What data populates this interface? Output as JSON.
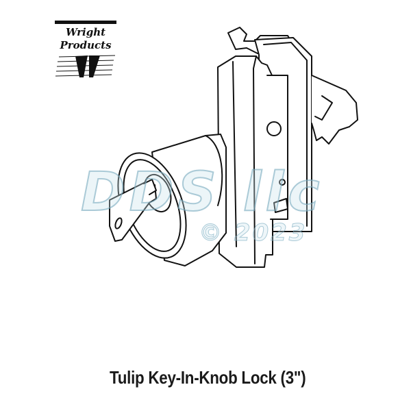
{
  "logo": {
    "line1": "Wright",
    "line2": "Products"
  },
  "illustration": {
    "subject": "lock-assembly-line-drawing"
  },
  "watermark": {
    "text": "DDS llc",
    "copyright": "© 2023",
    "color": "#8cb9c8"
  },
  "caption": {
    "title": "Tulip Key-In-Knob Lock (3\")"
  }
}
